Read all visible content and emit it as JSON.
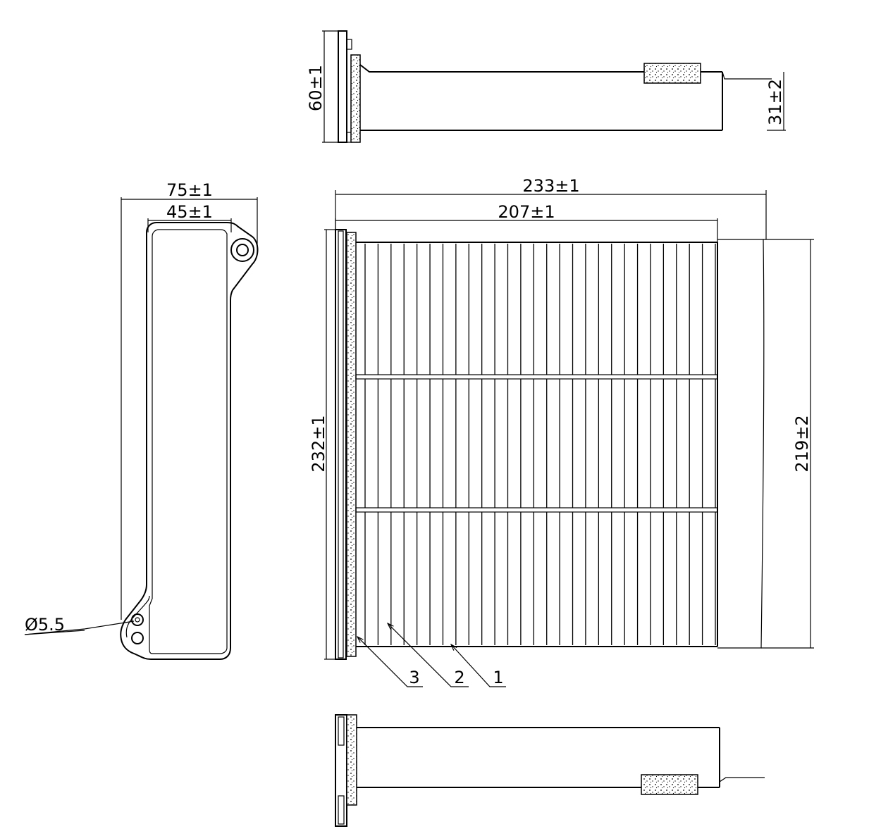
{
  "dimensions": {
    "top_height": "60±1",
    "top_right": "31±2",
    "side_outer_width": "75±1",
    "side_inner_width": "45±1",
    "overall_width": "233±1",
    "inner_width": "207±1",
    "left_height": "232±1",
    "right_height": "219±2",
    "hole_diameter": "Ø5.5"
  },
  "callouts": [
    "1",
    "2",
    "3"
  ],
  "pleats": {
    "count": 28,
    "sections": 3
  },
  "colors": {
    "line": "#000000",
    "background": "#ffffff"
  }
}
